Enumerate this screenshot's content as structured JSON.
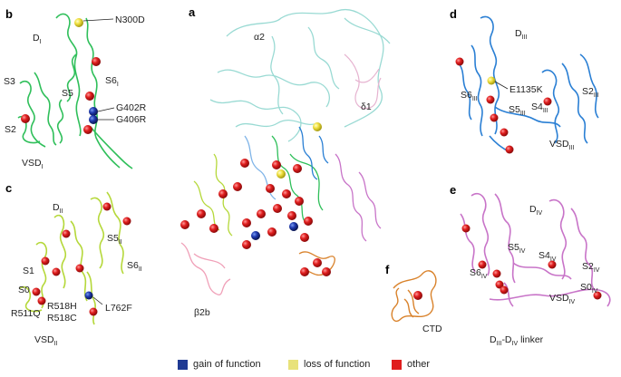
{
  "panels": {
    "a": {
      "letter": "a",
      "labels": {
        "alpha2": "α2",
        "delta1": "δ1",
        "beta2b": "β2b"
      }
    },
    "b": {
      "letter": "b",
      "labels": {
        "D": "D",
        "D_sub": "I",
        "N300D": "N300D",
        "S3": "S3",
        "S5": "S5",
        "S6": "S6",
        "S6_sub": "I",
        "G402R": "G402R",
        "G406R": "G406R",
        "S2": "S2",
        "VSD": "VSD",
        "VSD_sub": "I"
      }
    },
    "c": {
      "letter": "c",
      "labels": {
        "D": "D",
        "D_sub": "II",
        "S5": "S5",
        "S5_sub": "II",
        "S6": "S6",
        "S6_sub": "II",
        "S1": "S1",
        "S0": "S0",
        "R511Q": "R511Q",
        "R518H": "R518H",
        "R518C": "R518C",
        "L762F": "L762F",
        "VSD": "VSD",
        "VSD_sub": "II"
      }
    },
    "d": {
      "letter": "d",
      "labels": {
        "D": "D",
        "D_sub": "III",
        "E1135K": "E1135K",
        "S6": "S6",
        "S6_sub": "III",
        "S5": "S5",
        "S5_sub": "III",
        "S4": "S4",
        "S4_sub": "III",
        "S2": "S2",
        "S2_sub": "III",
        "VSD": "VSD",
        "VSD_sub": "III"
      }
    },
    "e": {
      "letter": "e",
      "labels": {
        "D": "D",
        "D_sub": "IV",
        "S5": "S5",
        "S5_sub": "IV",
        "S4": "S4",
        "S4_sub": "IV",
        "S6": "S6",
        "S6_sub": "IV",
        "S2": "S2",
        "S2_sub": "IV",
        "S0": "S0",
        "S0_sub": "IV",
        "VSD": "VSD",
        "VSD_sub": "IV",
        "linker_D1": "D",
        "linker_D1_sub": "III",
        "linker_dash": "-D",
        "linker_D2_sub": "IV",
        "linker_word": " linker"
      }
    },
    "f": {
      "letter": "f",
      "labels": {
        "CTD": "CTD"
      }
    }
  },
  "legend": [
    {
      "label": "gain of function",
      "color": "#1f3a93"
    },
    {
      "label": "loss of function",
      "color": "#e8e27a"
    },
    {
      "label": "other",
      "color": "#e01e1e"
    }
  ],
  "colors": {
    "domain_I": "#2fbf5a",
    "domain_II": "#b5d83a",
    "domain_III": "#2a7fd4",
    "domain_IV": "#c874c8",
    "ctd": "#d9822b",
    "alpha2": "#8fd6cf",
    "beta2b": "#f0a0b8",
    "mutation_other": "#e01e1e",
    "mutation_gain": "#1f3a93",
    "mutation_loss": "#f0e040"
  }
}
